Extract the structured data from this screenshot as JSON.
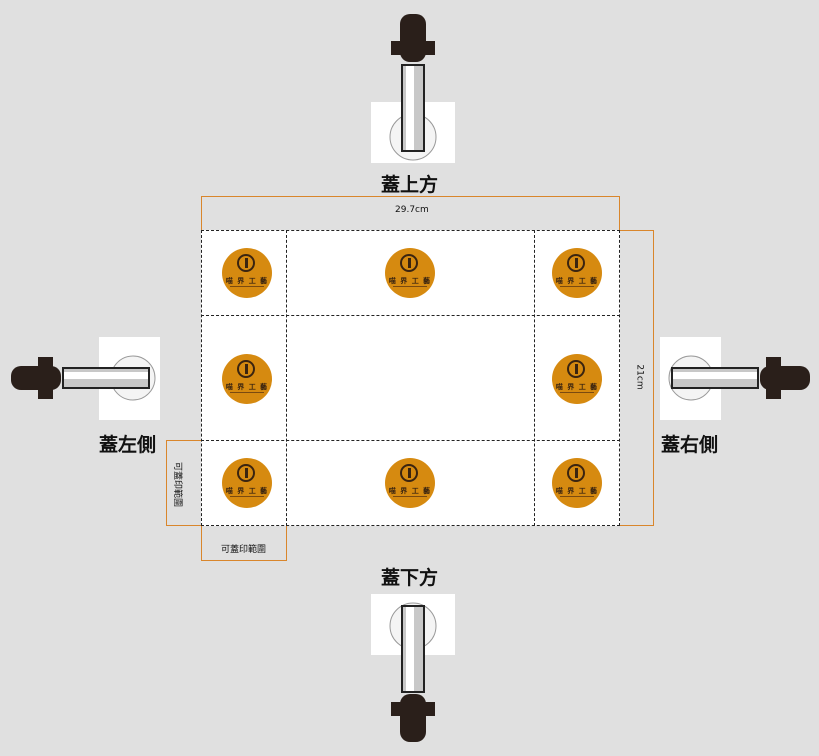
{
  "labels": {
    "top": "蓋上方",
    "bottom": "蓋下方",
    "left": "蓋左側",
    "right": "蓋右側"
  },
  "dimensions": {
    "width": "29.7cm",
    "height": "21cm"
  },
  "printable_area": {
    "horizontal": "可蓋印範圍",
    "vertical": "可蓋印範圍"
  },
  "seal": {
    "text": "喵 界 工 藝"
  },
  "colors": {
    "background": "#e0e0e0",
    "accent": "#d9862c",
    "seal": "#d68a10",
    "stamp_handle": "#2a1f1a"
  },
  "icons": {
    "stamp": "embosser-stamp-icon",
    "seal": "logo-seal-icon"
  }
}
